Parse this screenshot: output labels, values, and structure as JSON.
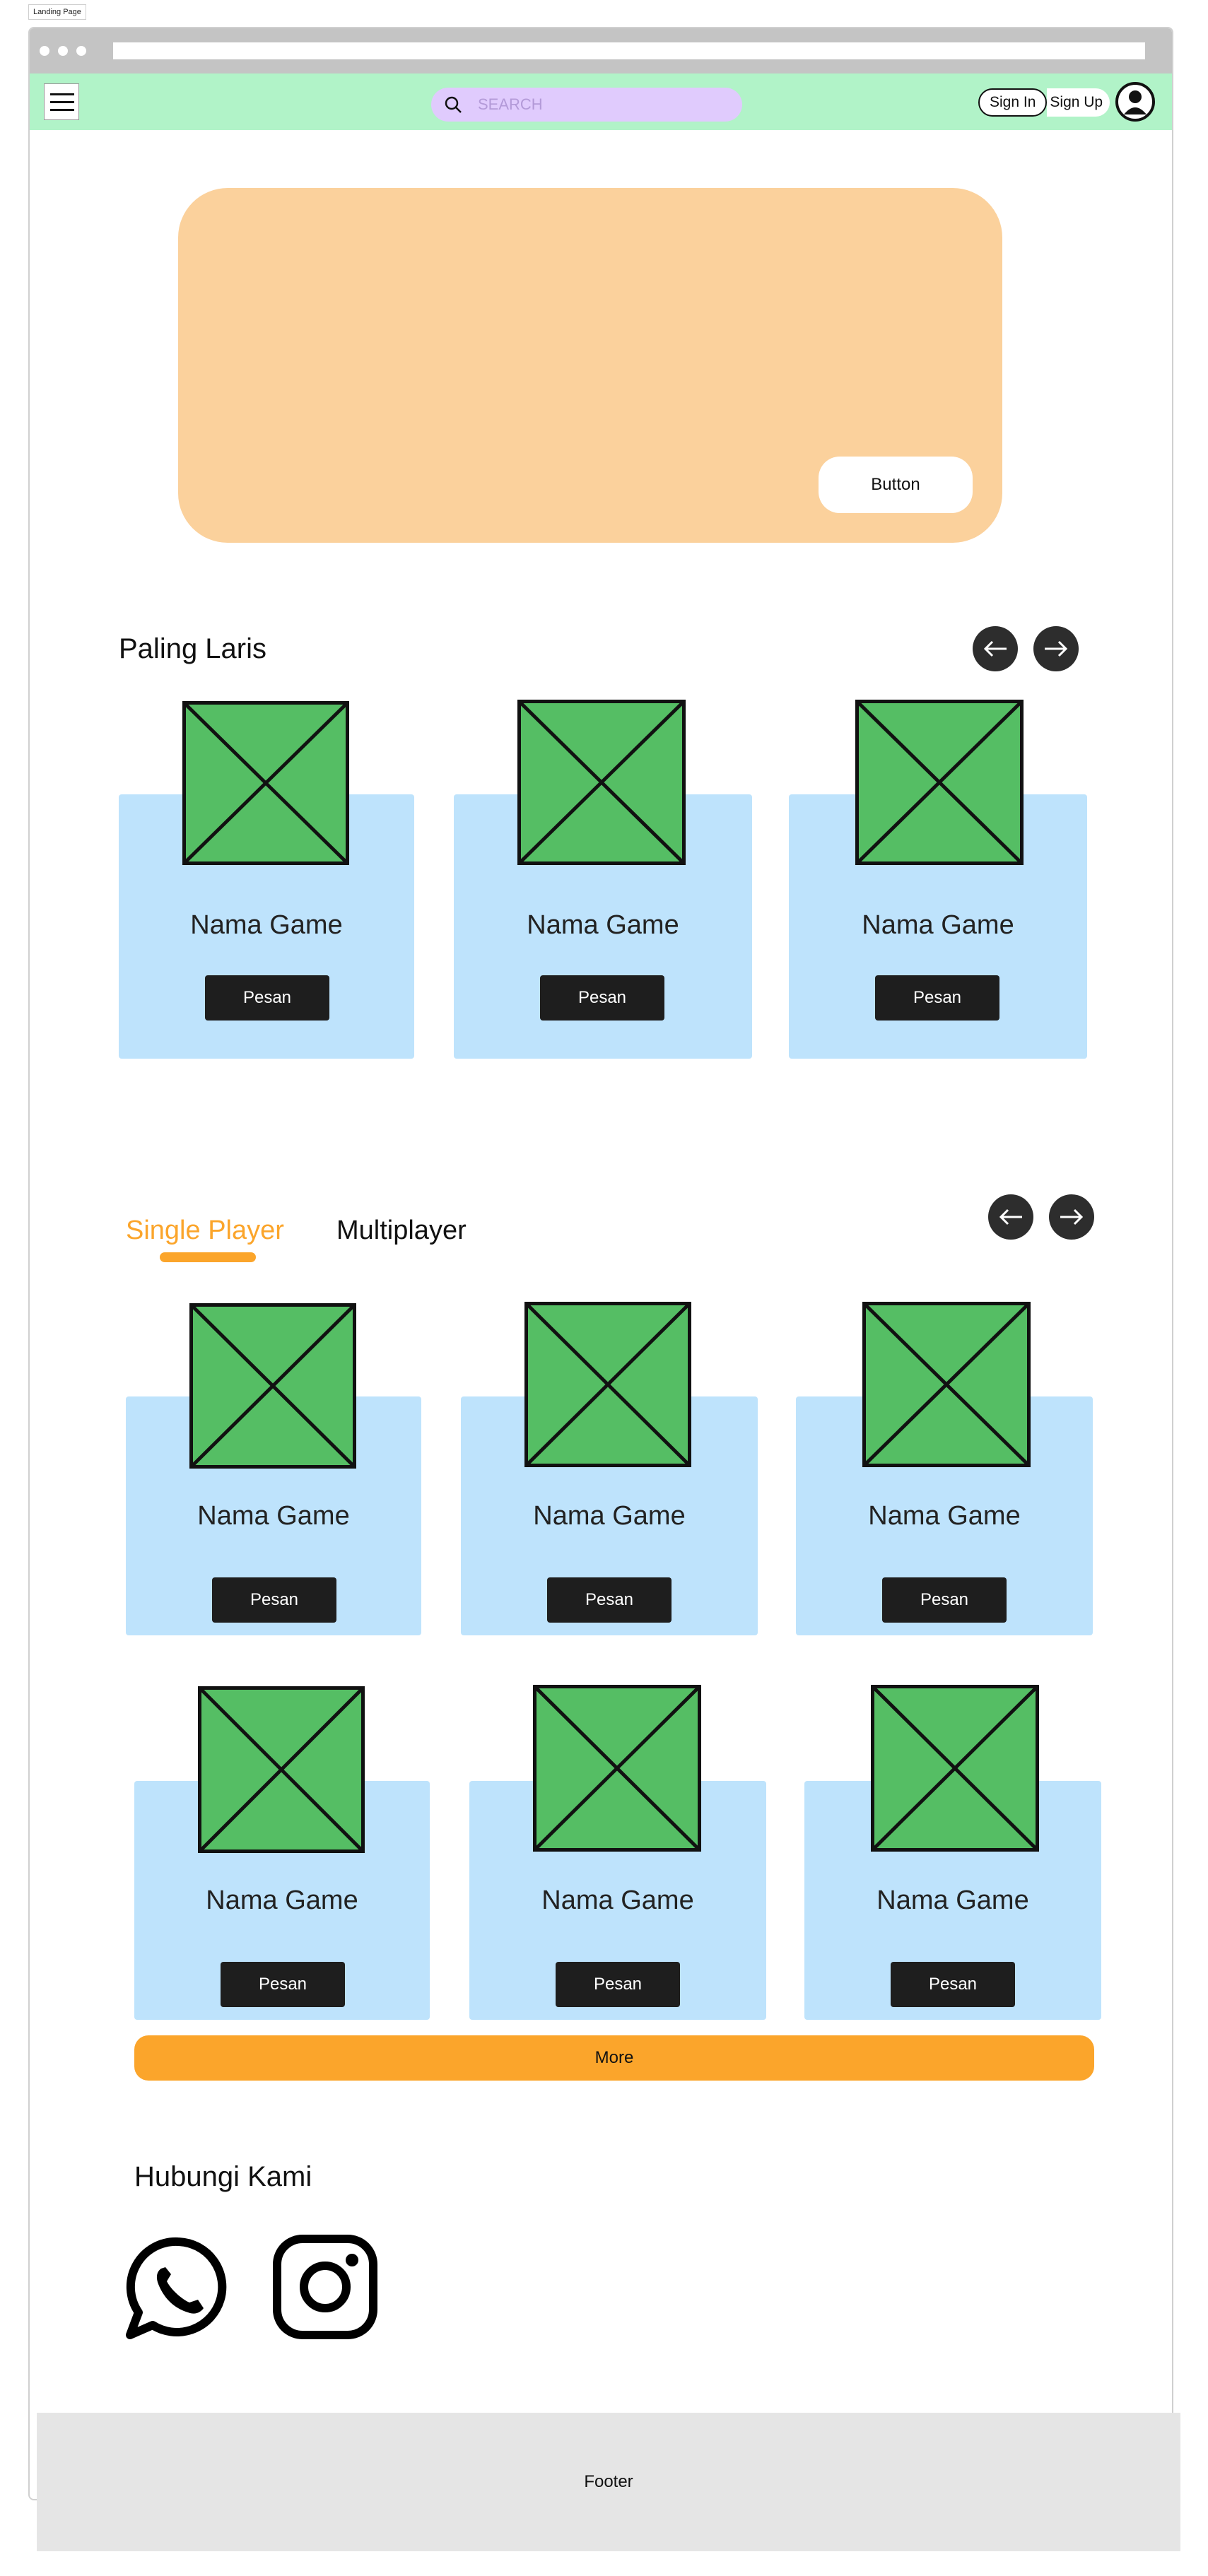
{
  "frame_label": "Landing Page",
  "navbar": {
    "search_placeholder": "SEARCH",
    "sign_in": "Sign In",
    "sign_up": "Sign Up"
  },
  "hero": {
    "button": "Button"
  },
  "best_seller": {
    "title": "Paling Laris",
    "cards": [
      {
        "name": "Nama Game",
        "order": "Pesan"
      },
      {
        "name": "Nama Game",
        "order": "Pesan"
      },
      {
        "name": "Nama Game",
        "order": "Pesan"
      }
    ]
  },
  "catalog": {
    "tabs": [
      "Single Player",
      "Multiplayer"
    ],
    "active_tab": "Single Player",
    "cards": [
      {
        "name": "Nama Game",
        "order": "Pesan"
      },
      {
        "name": "Nama Game",
        "order": "Pesan"
      },
      {
        "name": "Nama Game",
        "order": "Pesan"
      },
      {
        "name": "Nama Game",
        "order": "Pesan"
      },
      {
        "name": "Nama Game",
        "order": "Pesan"
      },
      {
        "name": "Nama Game",
        "order": "Pesan"
      }
    ],
    "more": "More"
  },
  "contact": {
    "title": "Hubungi Kami",
    "icons": [
      "whatsapp-icon",
      "instagram-icon"
    ]
  },
  "footer": {
    "text": "Footer"
  },
  "colors": {
    "navbar": "#b1f3c8",
    "search": "#e0cbfd",
    "hero": "#fbd19c",
    "card": "#bee3fc",
    "image_placeholder": "#55be64",
    "accent": "#fba52b",
    "dark_button": "#1e1e1e",
    "footer": "#e5e5e5"
  }
}
